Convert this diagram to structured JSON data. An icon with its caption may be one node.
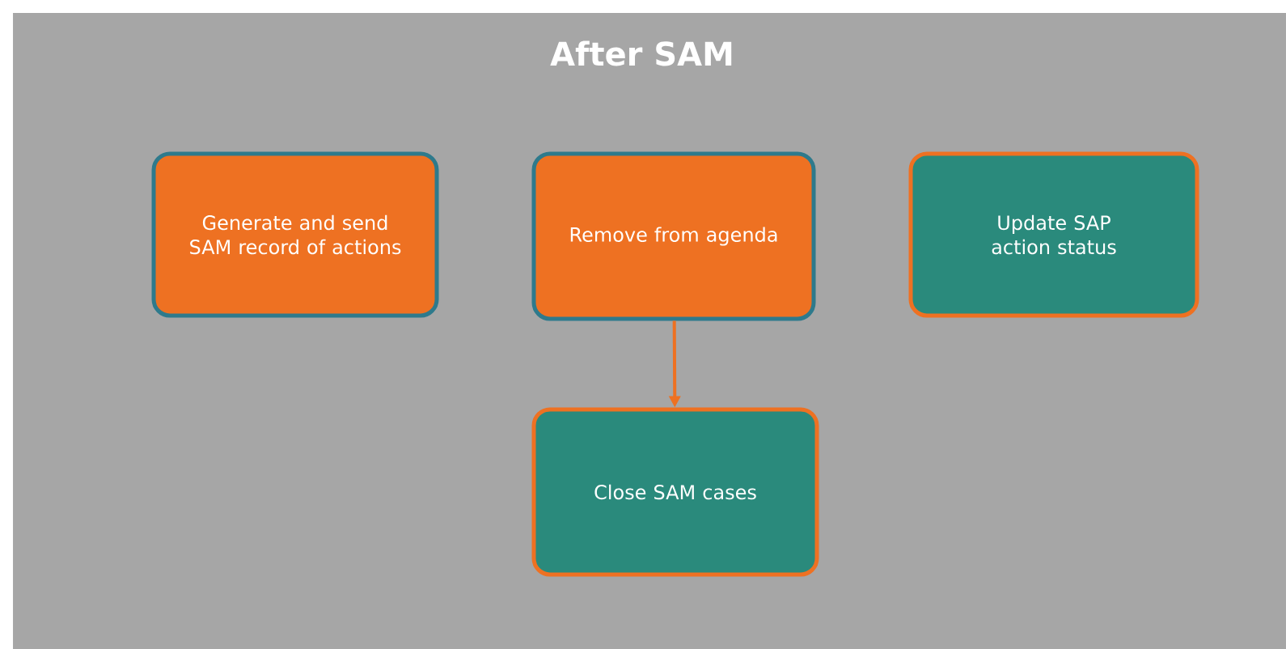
{
  "diagram": {
    "title": "After SAM",
    "nodes": [
      {
        "text": [
          "Generate and send SAM record of actions"
        ]
      },
      {
        "text": [
          "Remove from agenda"
        ]
      },
      {
        "text": [
          "Update SAP action status"
        ]
      },
      {
        "text": [
          "Close SAM cases"
        ]
      }
    ],
    "edges": [
      {
        "from": 1,
        "to": 3,
        "arrow": "to"
      }
    ]
  }
}
